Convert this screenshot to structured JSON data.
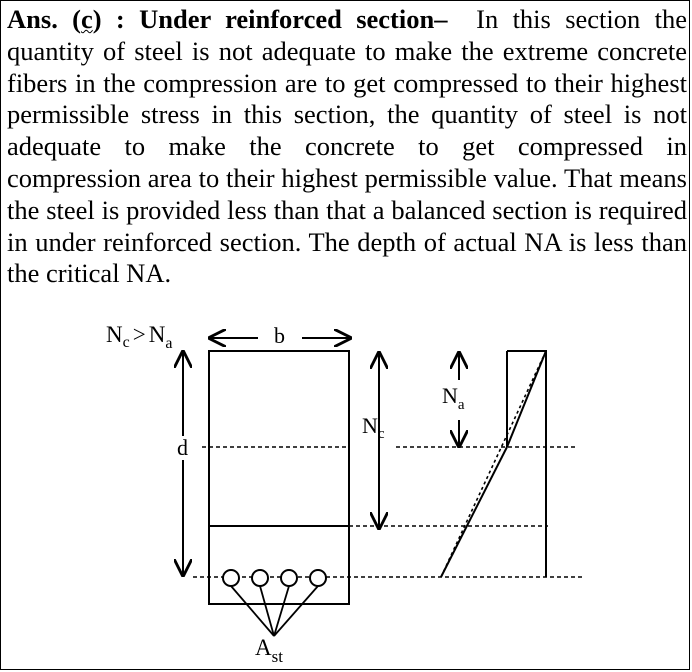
{
  "answer": {
    "prefix": "Ans. (",
    "option": "c",
    "suffix": ") : Under reinforced section–",
    "body": "In this section the quantity of steel is not adequate to make the extreme concrete fibers in the compression are to get compressed to their highest permissible stress in this section, the quantity of steel is not adequate to make the concrete to get compressed in compression area to their highest permissible value. That means the steel is provided less than that a balanced section is required in under reinforced section. The depth of actual NA is less than the critical NA."
  },
  "diagram": {
    "condition": {
      "nc": "N",
      "nc_sub": "c",
      "gt": ">",
      "na": "N",
      "na_sub": "a"
    },
    "width_label": "b",
    "depth_label": "d",
    "critical_na_label": {
      "main": "N",
      "sub": "c"
    },
    "actual_na_label": {
      "main": "N",
      "sub": "a"
    },
    "steel_label": {
      "main": "A",
      "sub": "st"
    },
    "rebar_count": 4
  }
}
